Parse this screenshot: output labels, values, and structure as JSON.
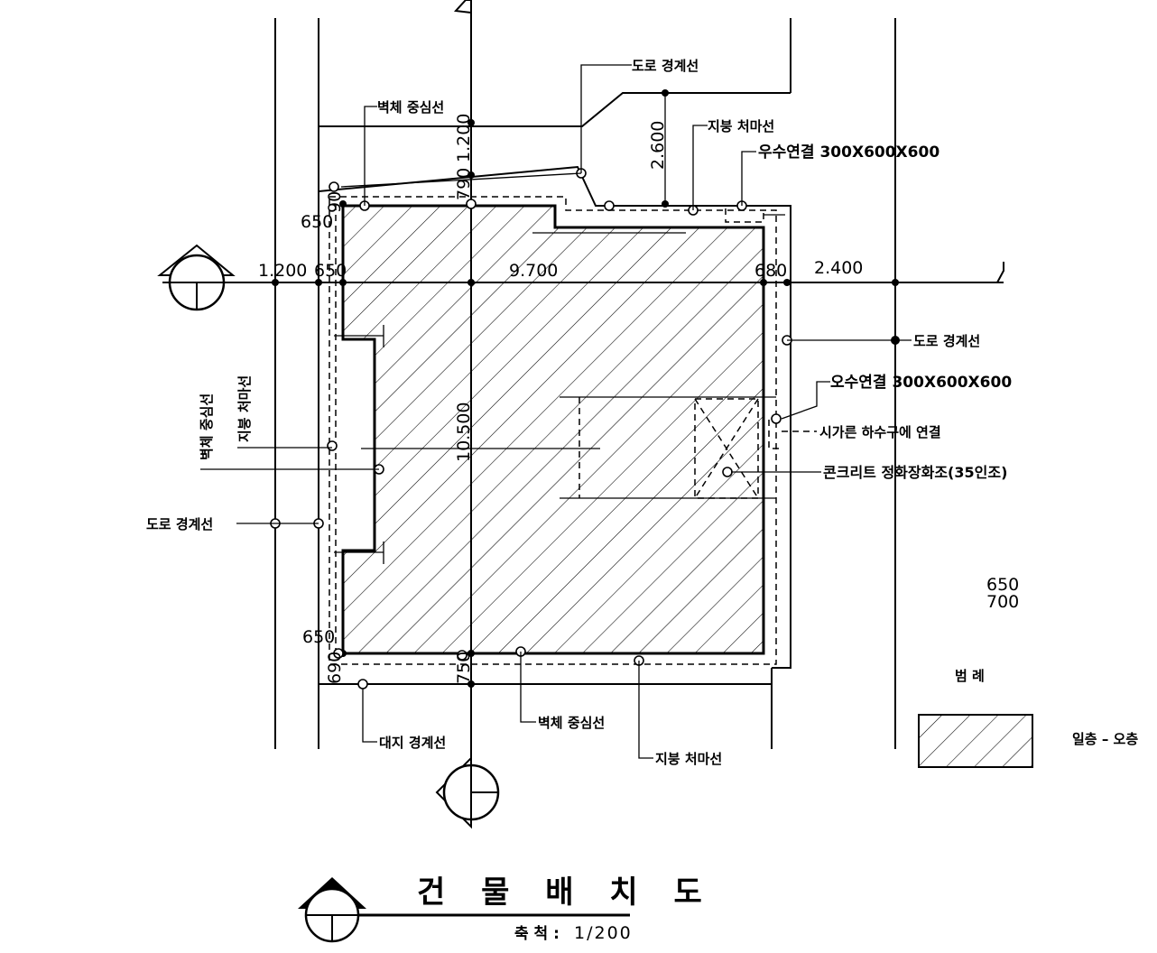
{
  "drawing": {
    "title": "건 물 배 치 도",
    "scale_label": "축 척 :",
    "scale_value": "1/200"
  },
  "dimensions": {
    "top_h_1200": "1.200",
    "top_h_650": "650",
    "top_h_9700": "9.700",
    "top_h_680": "680",
    "top_h_2400": "2.400",
    "v_1200": "1.200",
    "v_790": "790",
    "v_2600": "2.600",
    "v_10500": "10.500",
    "v_750": "750",
    "left_650_top": "650",
    "left_90_top": "90",
    "left_650_bottom": "650",
    "left_690_bottom": "690",
    "right_650": "650",
    "right_700": "700"
  },
  "labels": {
    "road_line_top": "도로 경계선",
    "wall_center_top": "벽체 중심선",
    "roof_edge_top": "지붕 처마선",
    "rain_tank_top": "우수연결 300X600X600",
    "road_line_right": "도로 경계선",
    "rain_tank_right": "오수연결 300X600X600",
    "city_sewer": "시가른 하수구에 연결",
    "septic_tank": "콘크리트 정화장화조(35인조)",
    "wall_center_left": "벽체 중심선",
    "roof_edge_left": "지붕 처마선",
    "road_line_left": "도로 경계선",
    "site_line_bottom": "대지 경계선",
    "wall_center_bottom": "벽체 중심선",
    "roof_edge_bottom": "지붕 처마선"
  },
  "legend": {
    "title": "범 례",
    "item_label": "일층 – 오층"
  }
}
